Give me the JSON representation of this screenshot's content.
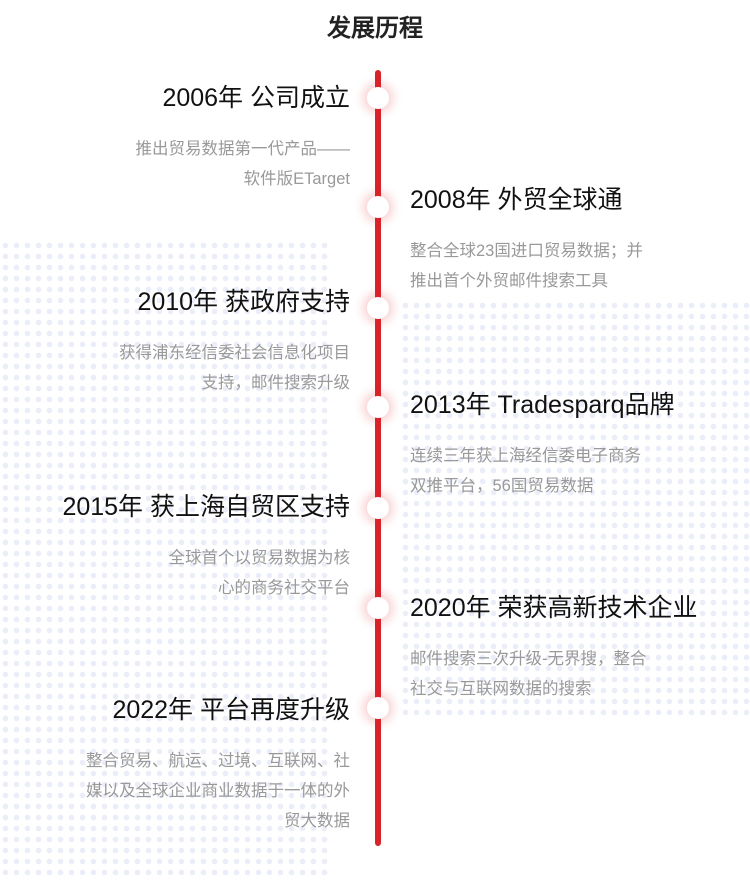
{
  "title": "发展历程",
  "accent": "#d9232a",
  "items": [
    {
      "title": "2006年 公司成立",
      "desc": [
        "推出贸易数据第一代产品——",
        "软件版ETarget"
      ]
    },
    {
      "title": "2008年 外贸全球通",
      "desc": [
        "整合全球23国进口贸易数据；并",
        "推出首个外贸邮件搜索工具"
      ]
    },
    {
      "title": "2010年 获政府支持",
      "desc": [
        "获得浦东经信委社会信息化项目",
        "支持，邮件搜索升级"
      ]
    },
    {
      "title": "2013年 Tradesparq品牌",
      "desc": [
        "连续三年获上海经信委电子商务",
        "双推平台，56国贸易数据"
      ]
    },
    {
      "title": "2015年 获上海自贸区支持",
      "desc": [
        "全球首个以贸易数据为核",
        "心的商务社交平台"
      ]
    },
    {
      "title": "2020年 荣获高新技术企业",
      "desc": [
        "邮件搜索三次升级-无界搜，整合",
        "社交与互联网数据的搜索"
      ]
    },
    {
      "title": "2022年 平台再度升级",
      "desc": [
        "整合贸易、航运、过境、互联网、社",
        "媒以及全球企业商业数据于一体的外",
        "贸大数据"
      ]
    }
  ]
}
